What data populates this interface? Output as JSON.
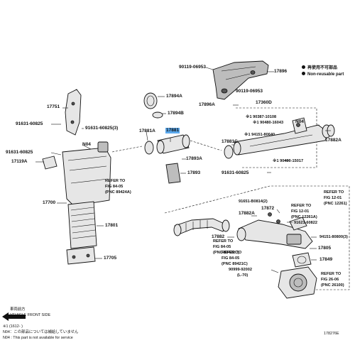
{
  "legend": {
    "item1": "再使用不可部品",
    "item2": "Non-reusable part"
  },
  "parts": {
    "p90119_06953_a": "90119-06953",
    "p17896": "17896",
    "p17894a": "17894A",
    "p17894b": "17894B",
    "p17896a": "17896A",
    "p90119_06953_b": "90119-06953",
    "p17360d": "17360D",
    "p17751": "17751",
    "p91631_60825_a": "91631-60825",
    "p91631_60825_3": "91631-60825(3)",
    "pN04_a": "N04",
    "p91631_60825_b": "91631-60825",
    "p17119a": "17119A",
    "p17881a": "17881A",
    "p17881": "17881",
    "p17893a": "17893A",
    "p17893": "17893",
    "x1_90387_10108": "※1 90387-10108",
    "x1_90480_16043": "※1 90480-16043",
    "pN04_b": "N04",
    "x1_94151_80640": "※1 94151-80640",
    "p17881c": "17881C",
    "p17882a_a": "17882A",
    "x1_90480_15017": "※1 90480-15017",
    "p91631_60825_c": "91631-60825",
    "p17700": "17700",
    "p17801": "17801",
    "p17705": "17705",
    "p91651_b0814": "91651-B0814(2)",
    "p17882a_b": "17882A",
    "p17872": "17872",
    "p91621_60822": "91621-60822",
    "p17882": "17882",
    "p94151_80800": "94151-80800(3)",
    "p17805": "17805",
    "p17849": "17849",
    "p90999_92002": "90999-92002",
    "p90999_92002_sub": "(L-70)"
  },
  "refs": [
    {
      "line1": "REFER TO",
      "line2": "FIG 84-05",
      "line3": "(PNC 89424A)"
    },
    {
      "line1": "REFER TO",
      "line2": "FIG 12-01",
      "line3": "(PNC 12261)"
    },
    {
      "line1": "REFER TO",
      "line2": "FIG 12-01",
      "line3": "(PNC 12261A)"
    },
    {
      "line1": "REFER TO",
      "line2": "FIG 84-05",
      "line3": "(PNC 89421C)"
    },
    {
      "line1": "REFER TO",
      "line2": "FIG 84-05",
      "line3": "(PNC 89421C)"
    },
    {
      "line1": "REFER TO",
      "line2": "FIG 26-06",
      "line3": "(PNC 26100)"
    }
  ],
  "footer": {
    "front_jp": "車両前方",
    "front_en": "VEHICLE FRONT SIDE",
    "note1": "※1 (1612-   )",
    "note2": "N04：この部品については補給していません",
    "note3": "N04 : This part is not available for service",
    "figure_id": "178276E"
  }
}
